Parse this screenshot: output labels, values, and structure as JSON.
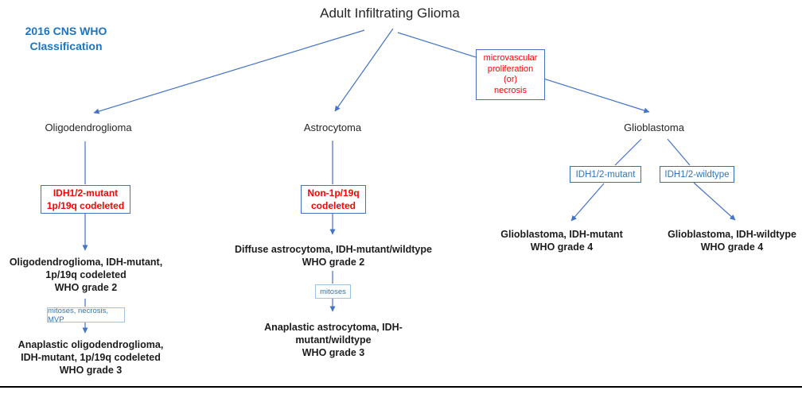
{
  "colors": {
    "line_blue": "#4472C4",
    "accent_blue": "#2E75B6",
    "heading_blue": "#1B75C0",
    "light_blue_border": "#9DC3E6",
    "red": "#FF0000"
  },
  "header": {
    "title": "Adult Infiltrating Glioma",
    "classification_line1": "2016 CNS WHO",
    "classification_line2": "Classification"
  },
  "criteria": {
    "mvp_necrosis_lines": [
      "microvascular",
      "proliferation",
      "(or)",
      "necrosis"
    ],
    "oligo_lines": [
      "IDH1/2-mutant",
      "1p/19q codeleted"
    ],
    "astro_lines": [
      "Non-1p/19q",
      "codeleted"
    ],
    "oligo_progression": "mitoses, necrosis, MVP",
    "astro_progression": "mitoses",
    "gbm_mutant": "IDH1/2-mutant",
    "gbm_wildtype": "IDH1/2-wildtype"
  },
  "branches": {
    "oligodendroglioma": {
      "label": "Oligodendroglioma",
      "grade2_lines": [
        "Oligodendroglioma, IDH-mutant,",
        "1p/19q codeleted",
        "WHO grade 2"
      ],
      "grade3_lines": [
        "Anaplastic oligodendroglioma,",
        "IDH-mutant, 1p/19q codeleted",
        "WHO grade 3"
      ]
    },
    "astrocytoma": {
      "label": "Astrocytoma",
      "grade2_lines": [
        "Diffuse astrocytoma, IDH-mutant/wildtype",
        "WHO grade 2"
      ],
      "grade3_lines": [
        "Anaplastic astrocytoma, IDH-mutant/wildtype",
        "WHO grade 3"
      ]
    },
    "glioblastoma": {
      "label": "Glioblastoma",
      "mutant_lines": [
        "Glioblastoma, IDH-mutant",
        "WHO grade 4"
      ],
      "wildtype_lines": [
        "Glioblastoma, IDH-wildtype",
        "WHO grade 4"
      ]
    }
  }
}
